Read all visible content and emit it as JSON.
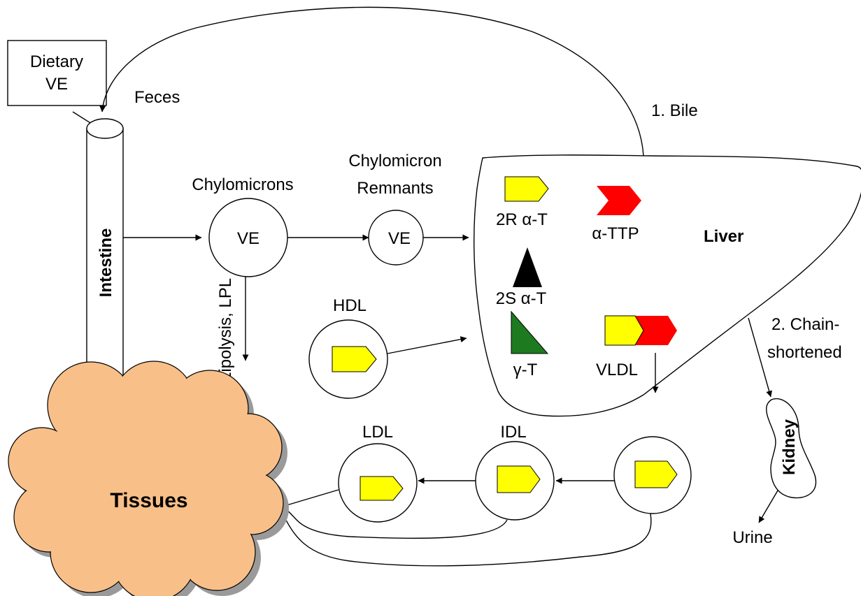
{
  "labels": {
    "dietary_line1": "Dietary",
    "dietary_line2": "VE",
    "feces": "Feces",
    "bile": "1. Bile",
    "intestine": "Intestine",
    "chylomicrons": "Chylomicrons",
    "chylomicrons_ve": "VE",
    "remnants_line1": "Chylomicron",
    "remnants_line2": "Remnants",
    "remnants_ve": "VE",
    "liver": "Liver",
    "alpha_t_2r": "2R α-T",
    "alpha_ttp": "α-TTP",
    "alpha_t_2s": "2S α-T",
    "gamma_t": "γ-T",
    "hdl": "HDL",
    "lipolysis": "Lipolysis, LPL",
    "chain_line1": "2. Chain-",
    "chain_line2": "shortened",
    "kidney": "Kidney",
    "urine": "Urine",
    "vldl": "VLDL",
    "idl": "IDL",
    "ldl": "LDL",
    "tissues": "Tissues"
  },
  "colors": {
    "yellow_pentagon": "#ffff00",
    "red_chevron": "#ff0000",
    "black_triangle": "#000000",
    "green_triangle": "#1e7a1e",
    "tissues_cloud": "#f8bf88",
    "cloud_shadow": "#9a9a9a"
  }
}
